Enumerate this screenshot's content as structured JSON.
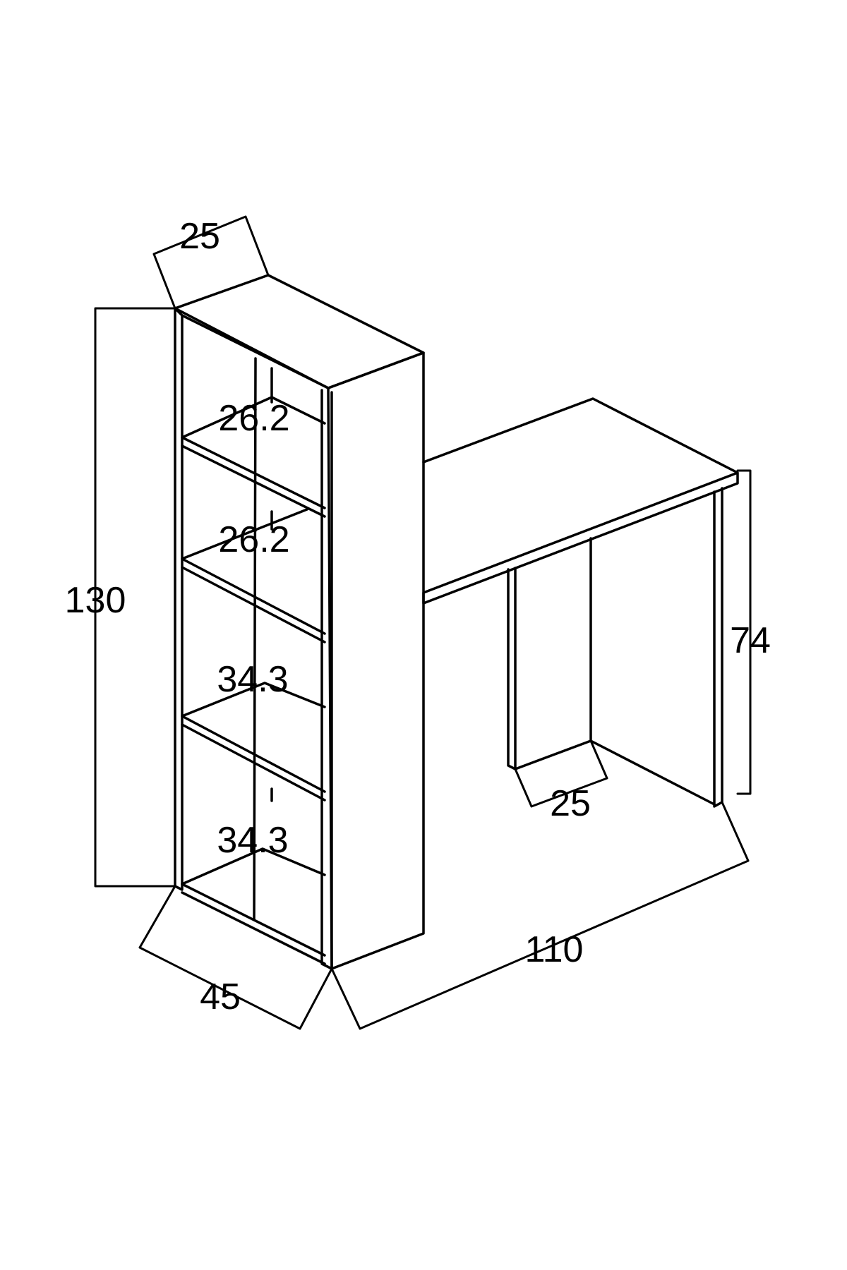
{
  "dimensions": {
    "shelf_top_width": "25",
    "shelf_height": "130",
    "shelf_depth": "45",
    "compartment_1": "26.2",
    "compartment_2": "26.2",
    "compartment_3": "34.3",
    "compartment_4": "34.3",
    "desk_height": "74",
    "desk_leg_width": "25",
    "desk_length": "110"
  },
  "colors": {
    "line": "#000000",
    "background": "#ffffff"
  }
}
